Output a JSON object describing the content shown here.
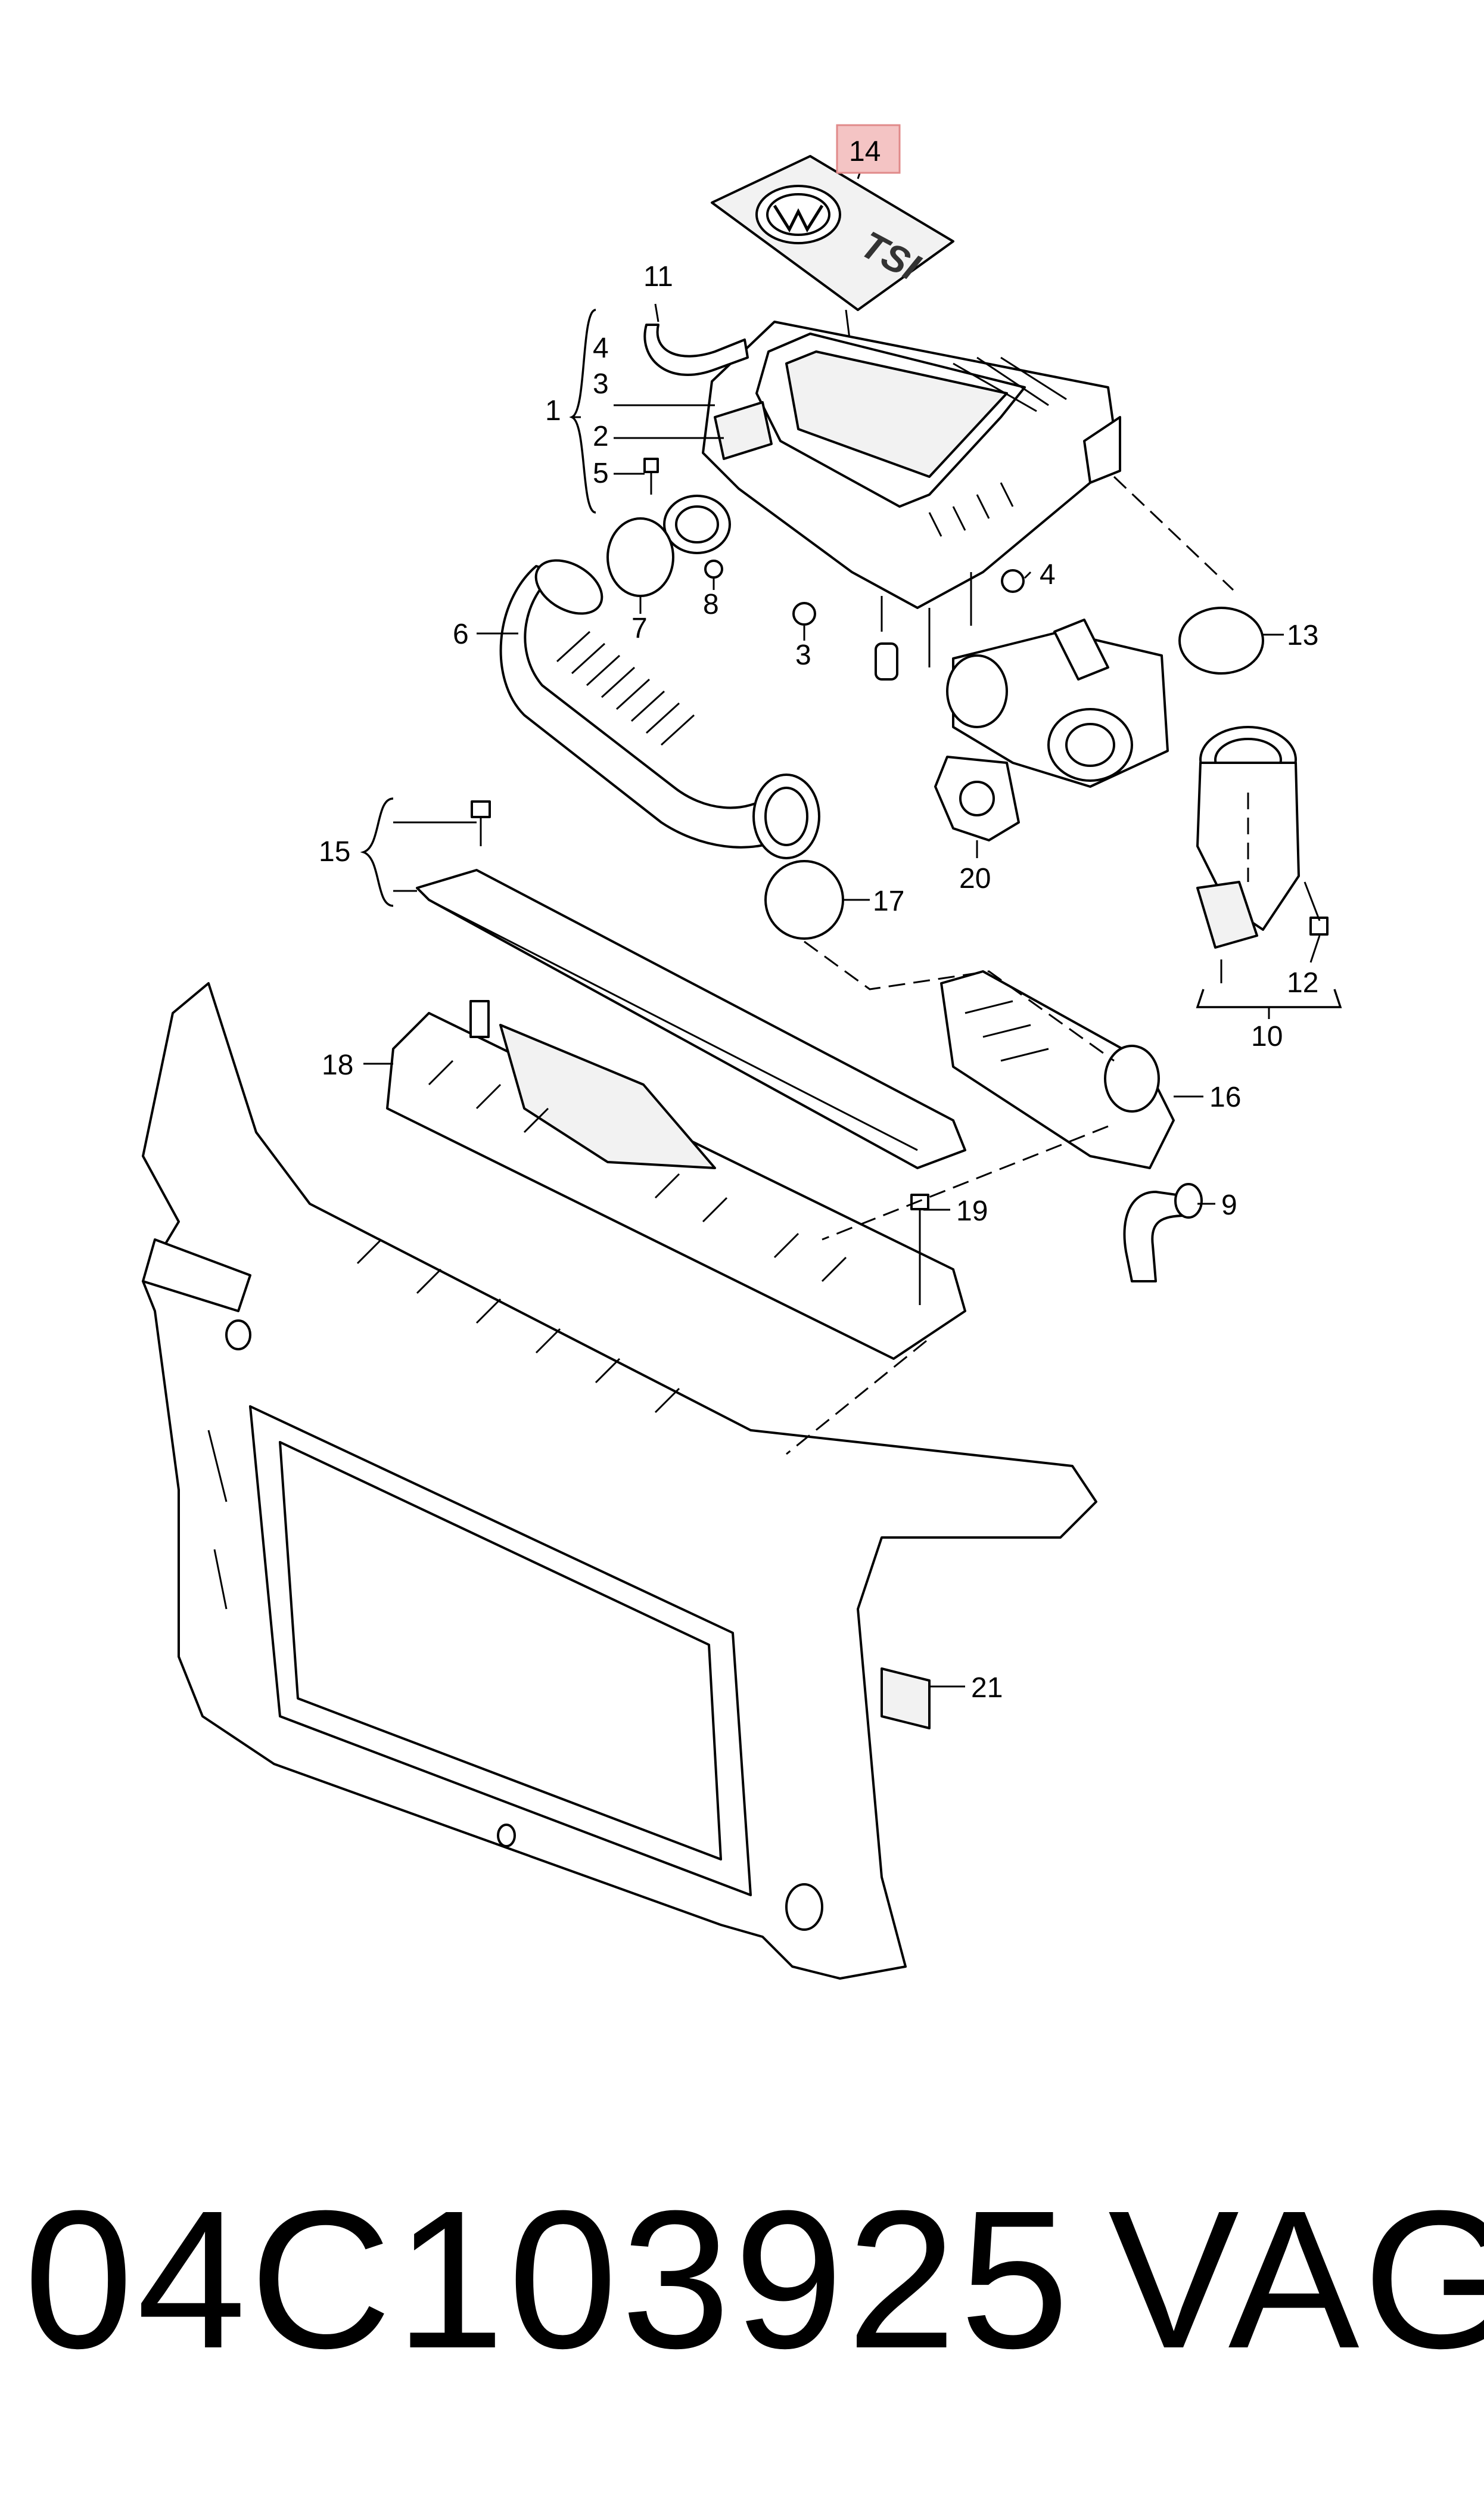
{
  "callouts": {
    "c1": "1",
    "c2": "2",
    "c3a": "3",
    "c3b": "3",
    "c4a": "4",
    "c4b": "4",
    "c5": "5",
    "c6": "6",
    "c7": "7",
    "c8": "8",
    "c9": "9",
    "c10": "10",
    "c11": "11",
    "c12": "12",
    "c13": "13",
    "c14": "14",
    "c15": "15",
    "c16": "16",
    "c17": "17",
    "c18": "18",
    "c19": "19",
    "c20": "20",
    "c21": "21"
  },
  "logo_text": "TSI",
  "highlight_color": "#f4c4c4",
  "footer": {
    "part_number": "04C103925",
    "brand": "VAG"
  }
}
